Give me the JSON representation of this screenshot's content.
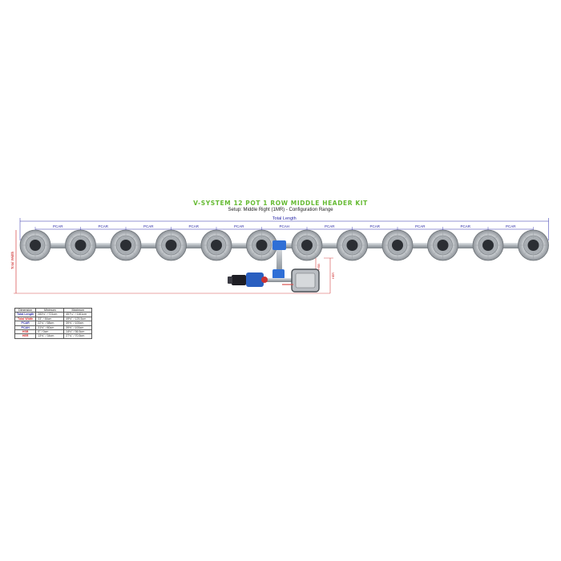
{
  "title": "V-SYSTEM 12 POT 1 ROW MIDDLE HEADER KIT",
  "subtitle": "Setup: Middle Right (1MR) - Configuration Range",
  "colors": {
    "title_green": "#66bb33",
    "dimension_blue": "#2a2aa8",
    "dimension_red": "#cc2222",
    "pipe_grey": "#b8bcc0",
    "fitting_blue": "#2f6fd6"
  },
  "labels": {
    "total_length": "Total Length",
    "total_width": "Total Width",
    "pcar": "PCAR",
    "pcah": "PCAH",
    "hsb": "HSB",
    "her": "HER"
  },
  "pot_count": 12,
  "pcar_label_count": 10,
  "table": {
    "headers": [
      "Dimension",
      "Minimum",
      "Maximum"
    ],
    "rows": [
      {
        "name": "Total Length",
        "min": "283¾\" / 721cm",
        "max": "457¼\" / 1161cm",
        "color": "#2a2aa8"
      },
      {
        "name": "Total Width",
        "min": "33\" / 84cm",
        "max": "49½\" / 125.5cm",
        "color": "#cc2222"
      },
      {
        "name": "PCAR",
        "min": "22¾\" / 58cm",
        "max": "39⅜\" / 100cm",
        "color": "#2a2aa8"
      },
      {
        "name": "PCAH",
        "min": "31½\" / 80cm",
        "max": "39⅜\" / 100cm",
        "color": "#2a2aa8"
      },
      {
        "name": "HSB",
        "min": "0\" / 0cm",
        "max": "14⅛\" / 36.5cm",
        "color": "#cc2222"
      },
      {
        "name": "HER",
        "min": "13⅜\" / 34cm",
        "max": "27¾\" / 70.5cm",
        "color": "#cc2222"
      }
    ]
  }
}
